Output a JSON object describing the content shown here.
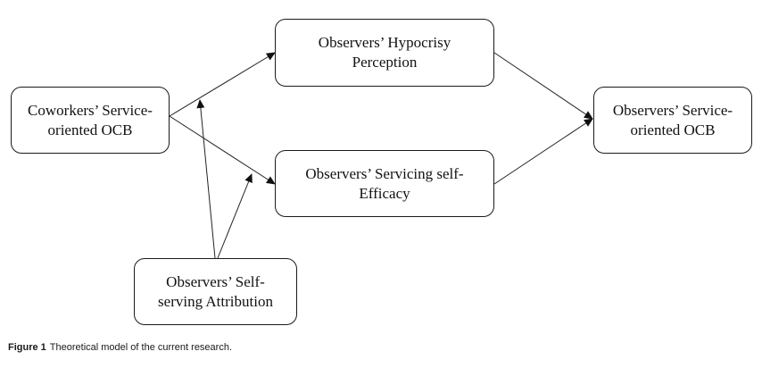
{
  "nodes": {
    "coworkers_ocb": {
      "line1": "Coworkers’ Service-",
      "line2": "oriented OCB"
    },
    "hypocrisy": {
      "line1": "Observers’ Hypocrisy",
      "line2": "Perception"
    },
    "efficacy": {
      "line1": "Observers’ Servicing self-",
      "line2": "Efficacy"
    },
    "observers_ocb": {
      "line1": "Observers’ Service-",
      "line2": "oriented OCB"
    },
    "attribution": {
      "line1": "Observers’ Self-",
      "line2": "serving Attribution"
    }
  },
  "edges": [
    {
      "from": "Coworkers’ Service-oriented OCB",
      "to": "Observers’ Hypocrisy Perception"
    },
    {
      "from": "Coworkers’ Service-oriented OCB",
      "to": "Observers’ Servicing self-Efficacy"
    },
    {
      "from": "Observers’ Hypocrisy Perception",
      "to": "Observers’ Service-oriented OCB"
    },
    {
      "from": "Observers’ Servicing self-Efficacy",
      "to": "Observers’ Service-oriented OCB"
    },
    {
      "from": "Observers’ Self-serving Attribution",
      "to": "path: Coworkers’ OCB → Hypocrisy Perception"
    },
    {
      "from": "Observers’ Self-serving Attribution",
      "to": "path: Coworkers’ OCB → Servicing self-Efficacy"
    }
  ],
  "caption": {
    "label": "Figure 1",
    "text": "Theoretical model of the current research."
  }
}
